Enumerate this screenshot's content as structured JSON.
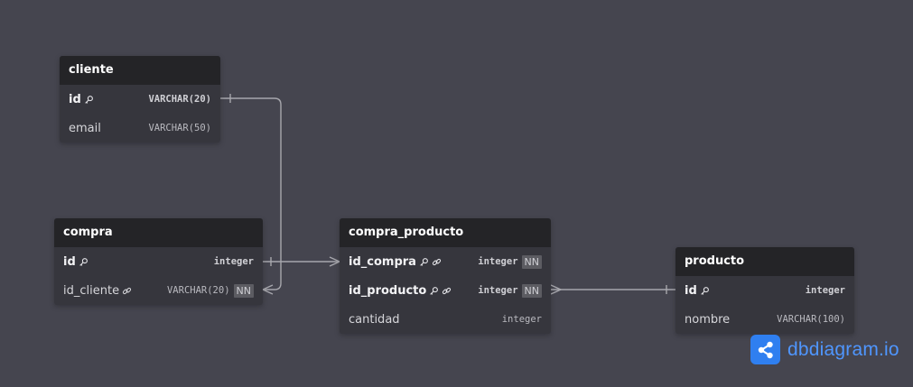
{
  "colors": {
    "background": "#45454f",
    "table_body": "#36363d",
    "table_header": "#242427",
    "connector": "#a7a7ad",
    "brand": "#4f96ff",
    "brand_logo": "#2f7ff0"
  },
  "tables": {
    "cliente": {
      "name": "cliente",
      "columns": [
        {
          "name": "id",
          "type": "VARCHAR(20)",
          "pk": true,
          "icons": [
            "key-icon"
          ]
        },
        {
          "name": "email",
          "type": "VARCHAR(50)"
        }
      ]
    },
    "compra": {
      "name": "compra",
      "columns": [
        {
          "name": "id",
          "type": "integer",
          "pk": true,
          "icons": [
            "key-icon"
          ]
        },
        {
          "name": "id_cliente",
          "type": "VARCHAR(20)",
          "icons": [
            "link-icon"
          ],
          "not_null": "NN"
        }
      ]
    },
    "compra_producto": {
      "name": "compra_producto",
      "columns": [
        {
          "name": "id_compra",
          "type": "integer",
          "pk": true,
          "icons": [
            "key-icon",
            "link-icon"
          ],
          "not_null": "NN"
        },
        {
          "name": "id_producto",
          "type": "integer",
          "pk": true,
          "icons": [
            "key-icon",
            "link-icon"
          ],
          "not_null": "NN"
        },
        {
          "name": "cantidad",
          "type": "integer"
        }
      ]
    },
    "producto": {
      "name": "producto",
      "columns": [
        {
          "name": "id",
          "type": "integer",
          "pk": true,
          "icons": [
            "key-icon"
          ]
        },
        {
          "name": "nombre",
          "type": "VARCHAR(100)"
        }
      ]
    }
  },
  "relationships": [
    {
      "from": "compra.id_cliente",
      "to": "cliente.id",
      "type": "many-to-one"
    },
    {
      "from": "compra_producto.id_compra",
      "to": "compra.id",
      "type": "many-to-one"
    },
    {
      "from": "compra_producto.id_producto",
      "to": "producto.id",
      "type": "many-to-one"
    }
  ],
  "brand": {
    "logo_icon": "share-nodes-icon",
    "text": "dbdiagram.io"
  }
}
